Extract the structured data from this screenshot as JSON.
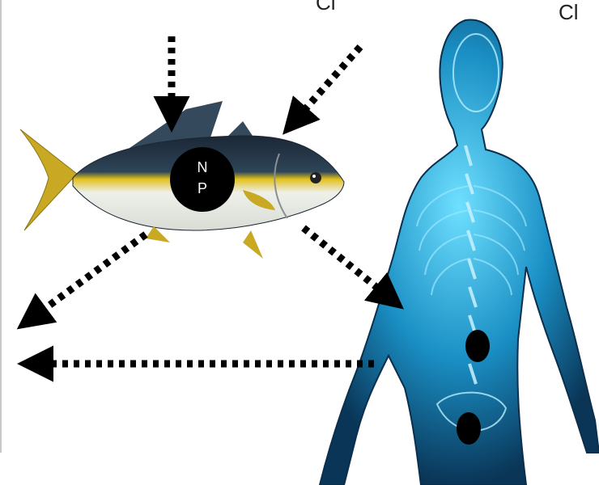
{
  "labels": {
    "cl_left": "Cl",
    "cl_right": "Cl",
    "np_n": "N",
    "np_p": "P"
  },
  "colors": {
    "arrow": "#000000",
    "body_glow": "#1fb6e8",
    "body_dark": "#0b3f63",
    "fish_back": "#1f2d3c",
    "fish_stripe": "#e3c21a",
    "fish_fin": "#c9a824",
    "fish_belly": "#eef0ea",
    "node": "#000000"
  },
  "icons": {
    "fish": "yellowtail-fish",
    "human": "human-anatomy-figure"
  }
}
